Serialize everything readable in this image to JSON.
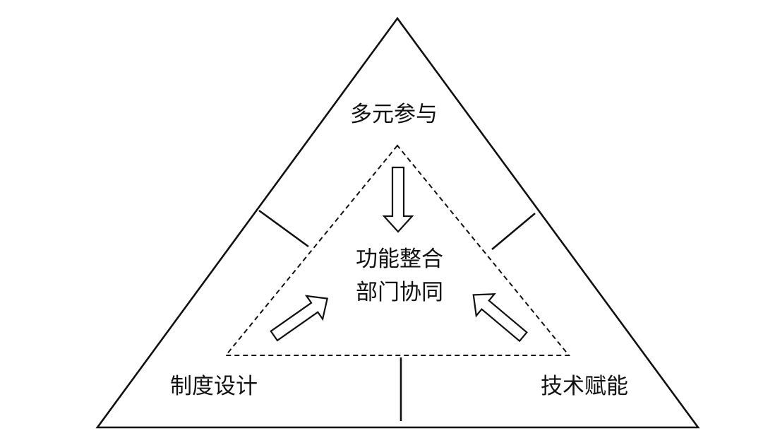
{
  "outer_triangle": {
    "top_label": "多元参与",
    "bottom_left_label": "制度设计",
    "bottom_right_label": "技术赋能"
  },
  "inner_triangle": {
    "center_line1": "功能整合",
    "center_line2": "部门协同"
  }
}
